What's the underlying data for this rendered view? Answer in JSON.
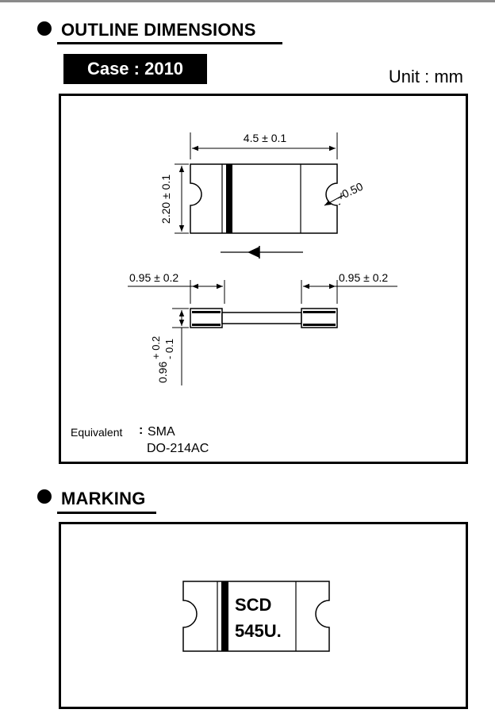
{
  "outline": {
    "heading": "OUTLINE DIMENSIONS",
    "case_label": "Case : 2010",
    "unit_label": "Unit : mm",
    "dimensions": {
      "length": "4.5 ± 0.1",
      "width": "2.20 ± 0.1",
      "notch_radius": "0.50",
      "terminal_left": "0.95 ± 0.2",
      "terminal_right": "0.95 ± 0.2",
      "thickness_base": "0.96",
      "thickness_plus": "+ 0.2",
      "thickness_minus": "- 0.1"
    },
    "equivalent_label": "Equivalent",
    "equivalent_sep": ":",
    "equivalent_packages": [
      "SMA",
      "DO-214AC"
    ]
  },
  "marking": {
    "heading": "MARKING",
    "line1": "SCD",
    "line2": "545U."
  }
}
